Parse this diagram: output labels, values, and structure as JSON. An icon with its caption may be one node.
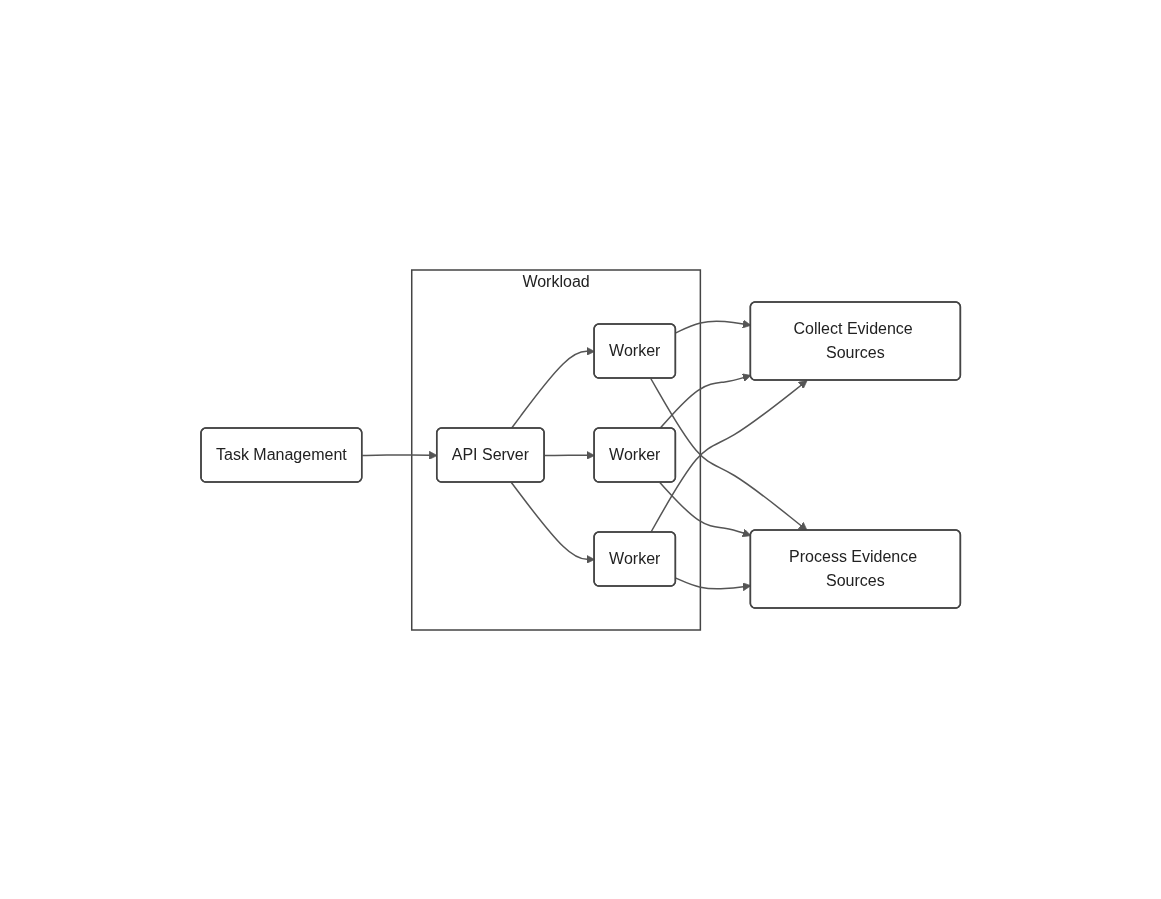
{
  "diagram": {
    "nodes": [
      {
        "text": [
          "Task Management"
        ]
      },
      {
        "text": [
          "Workload"
        ]
      },
      {
        "text": [
          "API Server"
        ],
        "in": 1
      },
      {
        "text": [
          "Worker"
        ],
        "in": 1
      },
      {
        "text": [
          "Worker"
        ],
        "in": 1
      },
      {
        "text": [
          "Worker"
        ],
        "in": 1
      },
      {
        "text": [
          "Collect Evidence Sources"
        ]
      },
      {
        "text": [
          "Process Evidence Sources"
        ]
      }
    ],
    "edges": [
      {
        "from": 0,
        "to": 2,
        "arrow": "to"
      },
      {
        "from": 2,
        "to": 3,
        "arrow": "to"
      },
      {
        "from": 2,
        "to": 4,
        "arrow": "to"
      },
      {
        "from": 2,
        "to": 5,
        "arrow": "to"
      },
      {
        "from": 3,
        "to": 6,
        "arrow": "to"
      },
      {
        "from": 3,
        "to": 7,
        "arrow": "to"
      },
      {
        "from": 4,
        "to": 6,
        "arrow": "to"
      },
      {
        "from": 4,
        "to": 7,
        "arrow": "to"
      },
      {
        "from": 5,
        "to": 6,
        "arrow": "to"
      },
      {
        "from": 5,
        "to": 7,
        "arrow": "to"
      }
    ]
  }
}
